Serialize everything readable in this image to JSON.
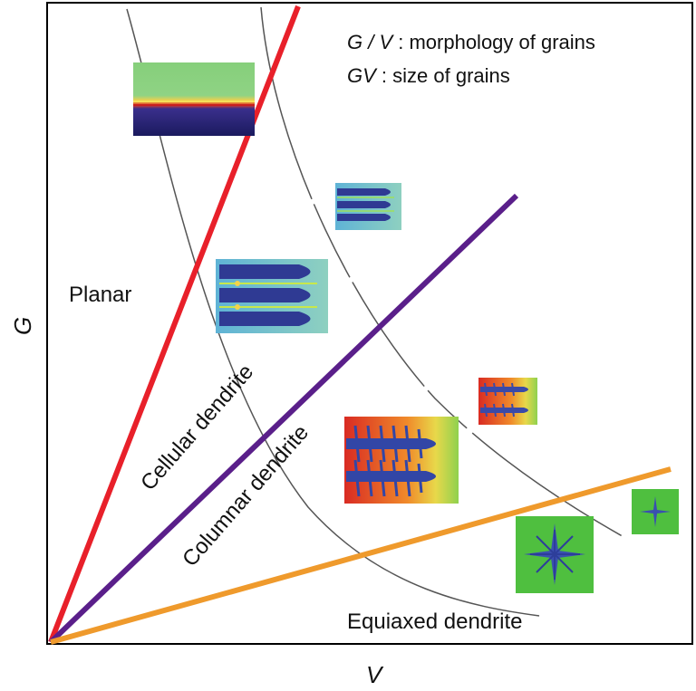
{
  "axes": {
    "x_label": "V",
    "y_label": "G"
  },
  "legend": {
    "line1": {
      "symbol": "G / V",
      "text": " : morphology of grains"
    },
    "line2": {
      "symbol": "GV",
      "text": " : size of grains"
    }
  },
  "regions": {
    "planar": "Planar",
    "cellular": "Cellular dendrite",
    "columnar": "Columnar dendrite",
    "equiaxed": "Equiaxed dendrite"
  },
  "colors": {
    "planar_line": "#e8202a",
    "columnar_line": "#5a1f8a",
    "equiaxed_line": "#ef9a2c",
    "iso_curve": "#555555",
    "frame": "#000000"
  },
  "insets": [
    {
      "name": "planar-front-inset",
      "type": "planar"
    },
    {
      "name": "cellular-small-inset",
      "type": "cellular"
    },
    {
      "name": "cellular-large-inset",
      "type": "cellular"
    },
    {
      "name": "columnar-small-inset",
      "type": "columnar"
    },
    {
      "name": "columnar-large-inset",
      "type": "columnar"
    },
    {
      "name": "equiaxed-large-inset",
      "type": "equiaxed"
    },
    {
      "name": "equiaxed-small-inset",
      "type": "equiaxed"
    }
  ]
}
